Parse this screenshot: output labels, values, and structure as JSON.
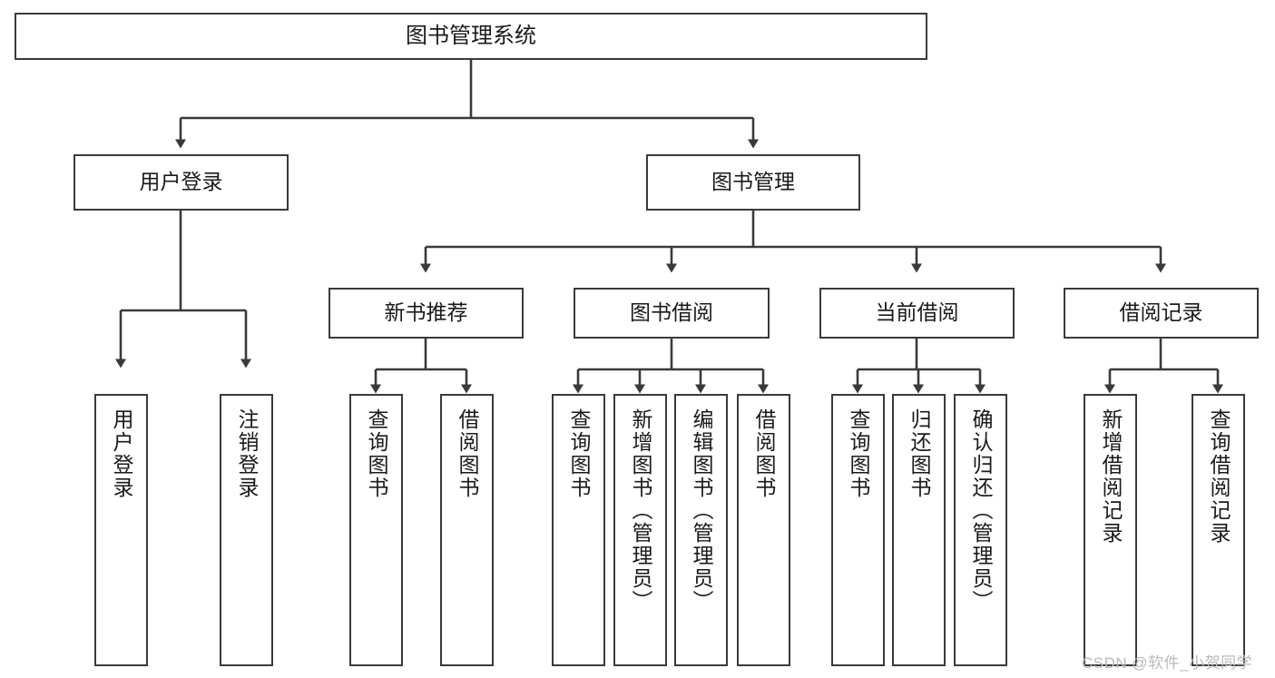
{
  "diagram": {
    "type": "hierarchy-tree",
    "title": "图书管理系统",
    "watermark": "CSDN @软件_小贺同学",
    "colors": {
      "stroke": "#3a3a3a",
      "fill": "#ffffff",
      "text": "#1a1a1a",
      "watermark": "#b9b9b9"
    },
    "nodes": {
      "root": "图书管理系统",
      "level2": [
        "用户登录",
        "图书管理"
      ],
      "level3": [
        "新书推荐",
        "图书借阅",
        "当前借阅",
        "借阅记录"
      ],
      "leaves": {
        "user_login": [
          "用户登录",
          "注销登录"
        ],
        "new_book_recommend": [
          "查询图书",
          "借阅图书"
        ],
        "book_borrow": [
          "查询图书",
          "新增图书（管理员）",
          "编辑图书（管理员）",
          "借阅图书"
        ],
        "current_borrow": [
          "查询图书",
          "归还图书",
          "确认归还（管理员）"
        ],
        "borrow_record": [
          "新增借阅记录",
          "查询借阅记录"
        ]
      }
    }
  }
}
